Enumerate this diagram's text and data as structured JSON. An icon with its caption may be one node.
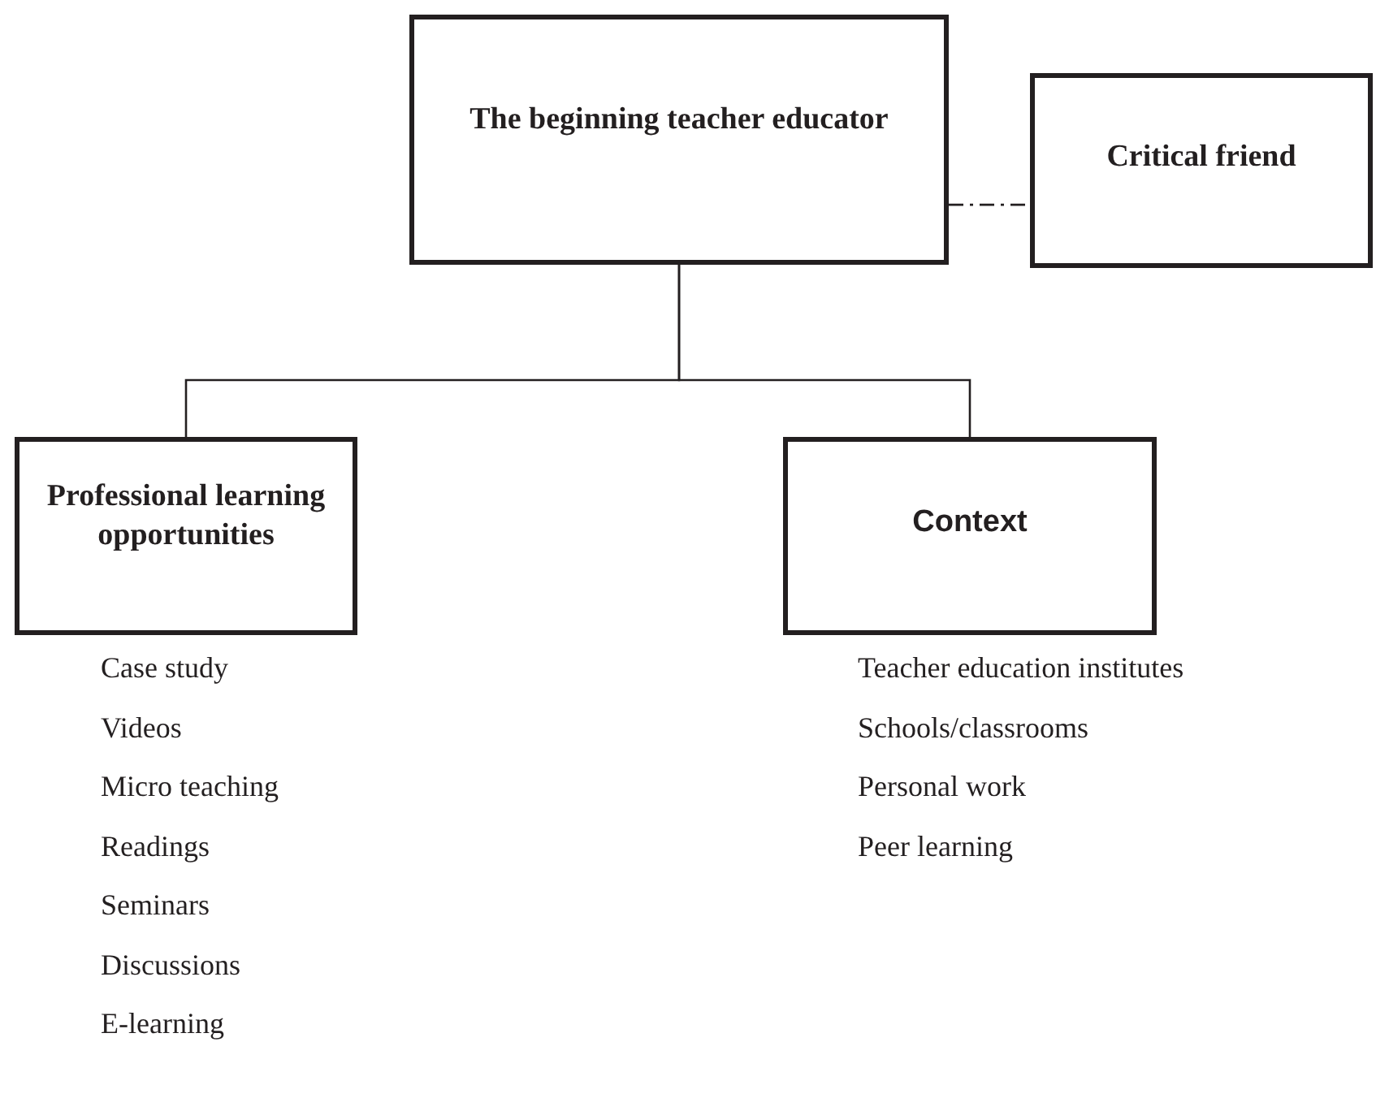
{
  "diagram": {
    "nodes": [
      {
        "text": [
          "The beginning teacher educator"
        ]
      },
      {
        "text": [
          "Critical friend"
        ]
      },
      {
        "text": [
          "Professional learning opportunities"
        ],
        "beside": [
          "Case study",
          "Videos",
          "Micro teaching",
          "Readings",
          "Seminars",
          "Discussions",
          "E-learning"
        ]
      },
      {
        "text": [
          "Context"
        ],
        "beside": [
          "Teacher education institutes",
          "Schools/classrooms",
          "Personal work",
          "Peer learning"
        ]
      }
    ],
    "edges": [
      {
        "from": 0,
        "to": 1,
        "arrow": "none",
        "style": "dashed"
      },
      {
        "from": 0,
        "to": 2,
        "arrow": "none"
      },
      {
        "from": 0,
        "to": 3,
        "arrow": "none"
      }
    ]
  }
}
